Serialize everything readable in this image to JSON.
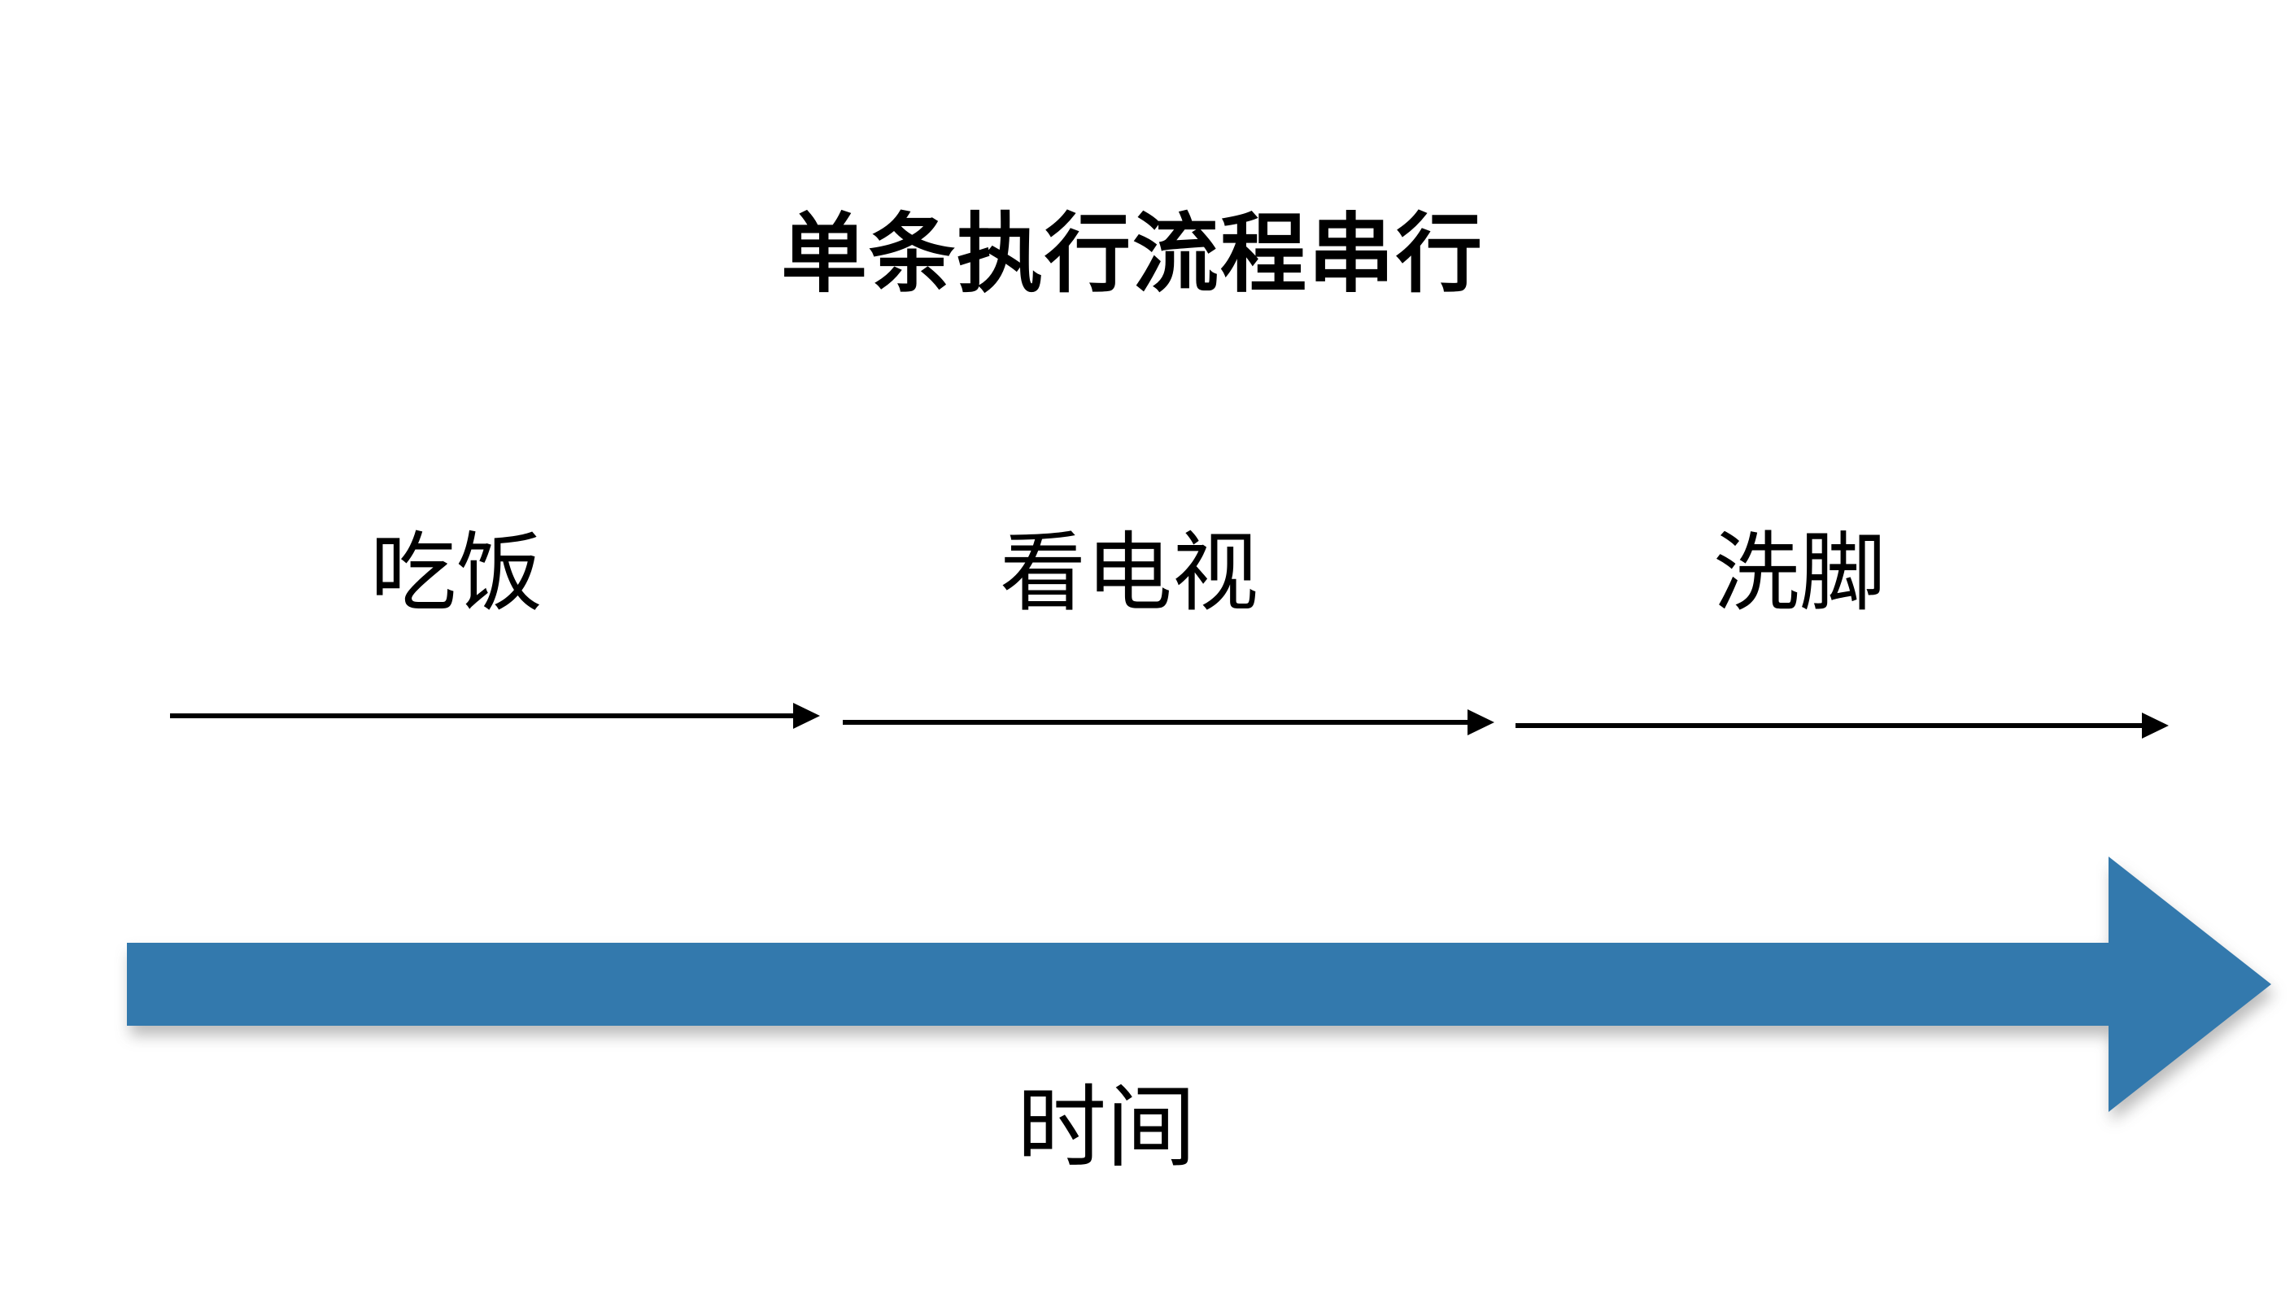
{
  "slide": {
    "title": "单条执行流程串行",
    "tasks": [
      {
        "id": "eat",
        "label": "吃饭"
      },
      {
        "id": "watch-tv",
        "label": "看电视"
      },
      {
        "id": "wash-feet",
        "label": "洗脚"
      }
    ],
    "time_axis": {
      "label": "时间"
    }
  },
  "colors": {
    "background": "#FFFFFF",
    "text": "#000000",
    "task_arrow": "#000000",
    "time_arrow_blue": "#3379AD"
  }
}
